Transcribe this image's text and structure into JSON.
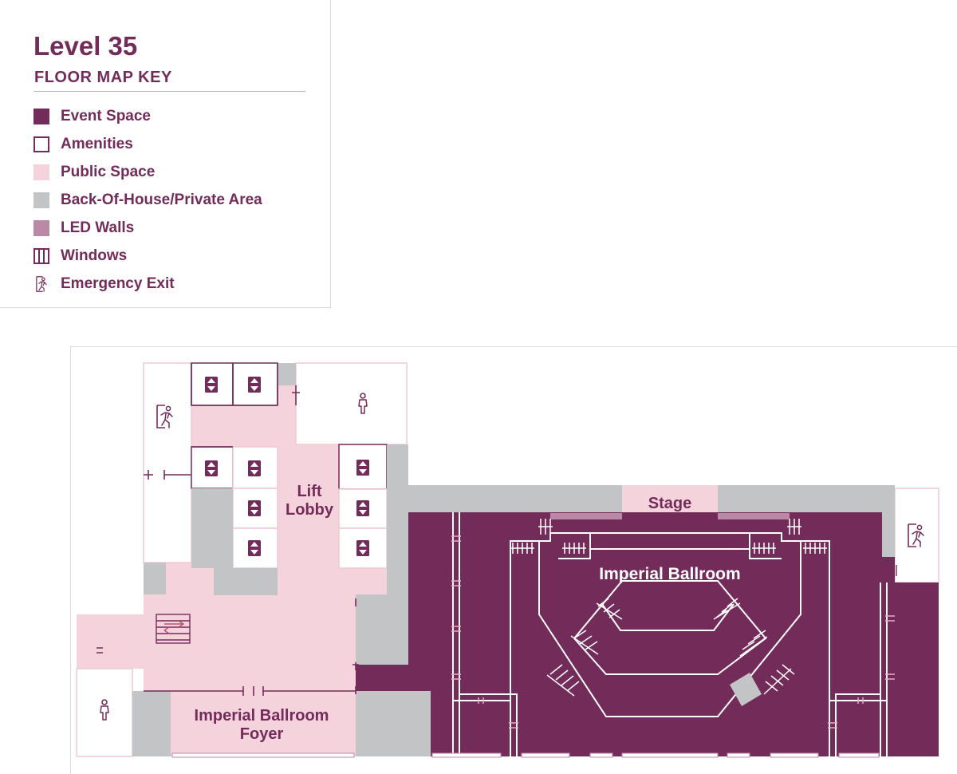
{
  "key": {
    "title": "Level 35",
    "subtitle": "FLOOR MAP KEY",
    "items": [
      {
        "label": "Event Space",
        "color": "#732c5a",
        "icon": "filled-square-icon"
      },
      {
        "label": "Amenities",
        "color": "#ffffff",
        "icon": "outline-square-icon"
      },
      {
        "label": "Public Space",
        "color": "#f5d3dd",
        "icon": "pink-square-icon"
      },
      {
        "label": "Back-Of-House/Private Area",
        "color": "#c3c4c5",
        "icon": "grey-square-icon"
      },
      {
        "label": "LED Walls",
        "color": "#b98aa5",
        "icon": "mauve-square-icon"
      },
      {
        "label": "Windows",
        "color": "#ffffff",
        "icon": "window-icon"
      },
      {
        "label": "Emergency Exit",
        "color": "#ffffff",
        "icon": "emergency-exit-icon"
      }
    ]
  },
  "map": {
    "labels": {
      "lift_lobby_line1": "Lift",
      "lift_lobby_line2": "Lobby",
      "stage": "Stage",
      "ballroom": "Imperial Ballroom",
      "foyer_line1": "Imperial Ballroom",
      "foyer_line2": "Foyer"
    },
    "colors": {
      "event": "#732c5a",
      "public": "#f5d3dd",
      "boh": "#c3c4c5",
      "led": "#b98aa5",
      "outline": "#f0c8d3"
    }
  }
}
